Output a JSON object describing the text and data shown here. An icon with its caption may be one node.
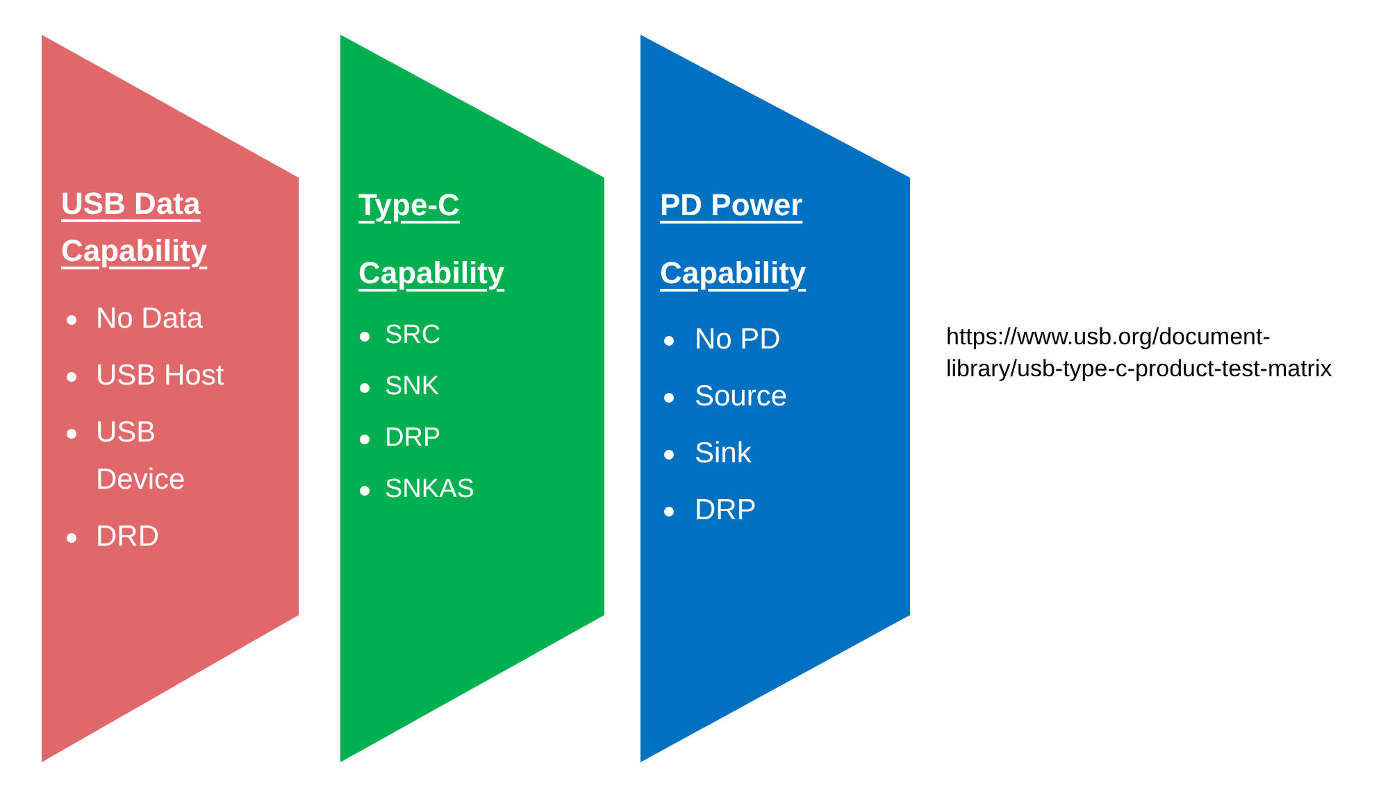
{
  "diagram": {
    "nodes": [
      {
        "text": [
          "USB Data Capability",
          "No Data",
          "USB Host",
          "USB Device",
          "DRD"
        ]
      },
      {
        "text": [
          "Type-C Capability",
          "SRC",
          "SNK",
          "DRP",
          "SNKAS"
        ]
      },
      {
        "text": [
          "PD Power Capability",
          "No PD",
          "Source",
          "Sink",
          "DRP"
        ]
      }
    ],
    "labels": [
      "https://www.usb.org/document-library/usb-type-c-product-test-matrix"
    ]
  }
}
